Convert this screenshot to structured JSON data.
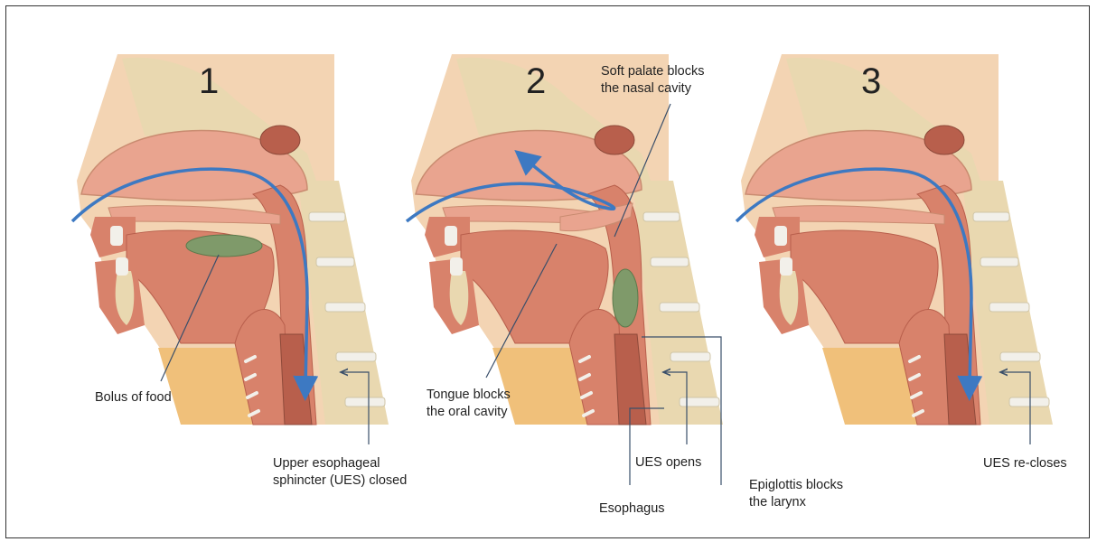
{
  "stages": [
    {
      "number": "1"
    },
    {
      "number": "2"
    },
    {
      "number": "3"
    }
  ],
  "labels": {
    "bolus": "Bolus of food",
    "ues_closed": "Upper esophageal\nsphincter (UES) closed",
    "soft_palate": "Soft palate blocks\nthe nasal cavity",
    "tongue": "Tongue blocks\nthe oral cavity",
    "ues_opens": "UES opens",
    "esophagus": "Esophagus",
    "epiglottis": "Epiglottis blocks\nthe larynx",
    "ues_recloses": "UES re-closes"
  },
  "colors": {
    "tissue": "#d8826b",
    "tissue_dark": "#b85f4c",
    "nasal": "#e9a48f",
    "bone": "#e9d8b0",
    "vertebra": "#f2f0ea",
    "skin": "#f0c07a",
    "bolus": "#7f9a6a",
    "arrow": "#3d79c2",
    "outline": "#c98b70"
  }
}
